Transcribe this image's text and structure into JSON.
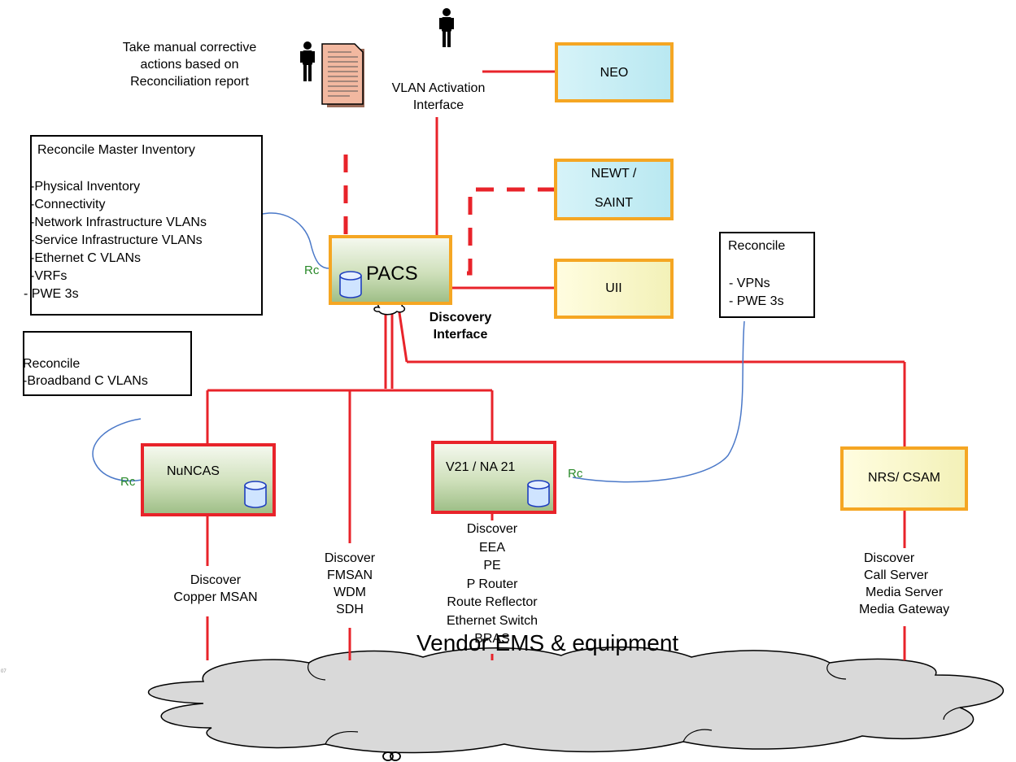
{
  "top_note": {
    "lines": [
      "Take manual corrective",
      "actions based on",
      "Reconciliation report"
    ]
  },
  "vlan_interface": {
    "lines": [
      "VLAN Activation",
      "Interface"
    ]
  },
  "systems": {
    "neo": "NEO",
    "newt_line1": "NEWT  /",
    "newt_line2": "SAINT",
    "pacs": "PACS",
    "uii": "UII",
    "nuncas": "NuNCAS",
    "v21": "V21 / NA 21",
    "nrs": "NRS/ CSAM"
  },
  "discovery_interface": {
    "lines": [
      "Discovery",
      "Interface"
    ]
  },
  "master_inventory_note": {
    "title": "Reconcile Master Inventory",
    "items": [
      "-Physical Inventory",
      "-Connectivity",
      "-Network Infrastructure VLANs",
      "-Service Infrastructure VLANs",
      "-Ethernet C VLANs",
      "-VRFs",
      "- PWE 3s"
    ]
  },
  "broadband_note": {
    "title": "Reconcile",
    "items": [
      "-Broadband C VLANs"
    ]
  },
  "vpn_note": {
    "title": "Reconcile",
    "items": [
      "- VPNs",
      "- PWE 3s"
    ]
  },
  "rc_label": "Rc",
  "discover_nuncas": [
    "Discover",
    "Copper MSAN"
  ],
  "discover_fmsan": [
    "Discover",
    "FMSAN",
    "WDM",
    "SDH"
  ],
  "discover_v21": [
    "Discover",
    "EEA",
    "PE",
    "P Router",
    "Route Reflector",
    "Ethernet Switch",
    "BRAS"
  ],
  "discover_nrs": [
    "Discover",
    "Call Server",
    "Media Server",
    "Media Gateway"
  ],
  "cloud_label": "Vendor EMS & equipment",
  "page_mark": "07",
  "colors": {
    "link_red": "#e8232a",
    "system_orange": "#f5a623",
    "rc_green": "#2a8a2a",
    "cloud_fill": "#d9d9d9",
    "doc_fill": "#f2b8a0"
  },
  "icons": [
    "person-icon",
    "report-document-icon",
    "database-icon",
    "cloud-icon"
  ]
}
